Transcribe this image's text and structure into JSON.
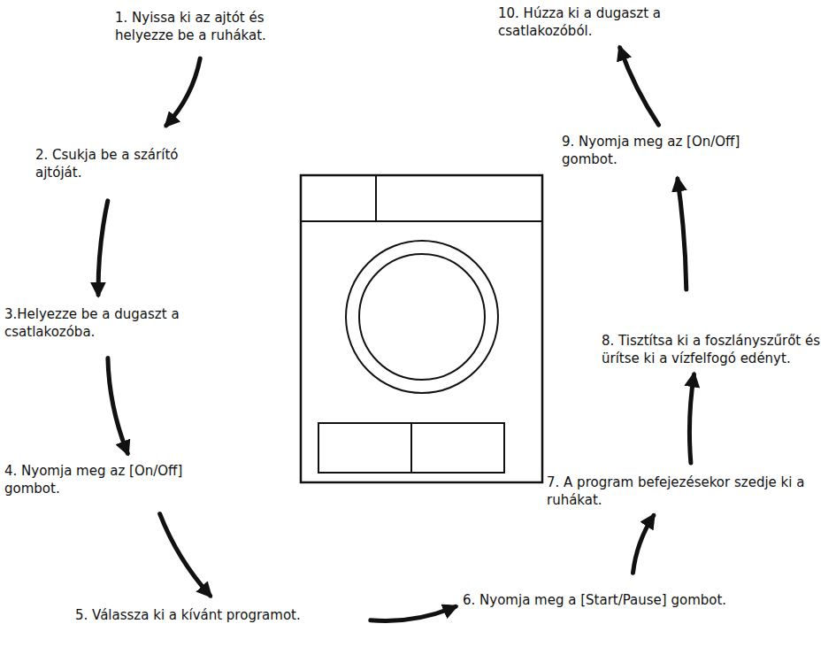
{
  "diagram": {
    "nodes": [
      {
        "text": [
          "1. Nyissa ki az ajtót és helyezze be a ruhákat."
        ]
      },
      {
        "text": [
          "2. Csukja be a szárító ajtóját."
        ]
      },
      {
        "text": [
          "3.Helyezze be a dugaszt a csatlakozóba."
        ]
      },
      {
        "text": [
          "4. Nyomja meg az [On/Off] gombot."
        ]
      },
      {
        "text": [
          "5. Válassza ki a kívánt programot."
        ]
      },
      {
        "text": [
          "6. Nyomja meg a [Start/Pause] gombot."
        ]
      },
      {
        "text": [
          "7. A program befejezésekor szedje ki a ruhákat."
        ]
      },
      {
        "text": [
          "8. Tisztítsa ki a foszlányszűrőt és ürítse ki a vízfelfogó edényt."
        ]
      },
      {
        "text": [
          "9. Nyomja meg az [On/Off] gombot."
        ]
      },
      {
        "text": [
          "10. Húzza ki a dugaszt a csatlakozóból."
        ]
      }
    ],
    "edges": [
      {
        "from": 0,
        "to": 1,
        "arrow": "to"
      },
      {
        "from": 1,
        "to": 2,
        "arrow": "to"
      },
      {
        "from": 2,
        "to": 3,
        "arrow": "to"
      },
      {
        "from": 3,
        "to": 4,
        "arrow": "to"
      },
      {
        "from": 4,
        "to": 5,
        "arrow": "to"
      },
      {
        "from": 5,
        "to": 6,
        "arrow": "to"
      },
      {
        "from": 6,
        "to": 7,
        "arrow": "to"
      },
      {
        "from": 7,
        "to": 8,
        "arrow": "to"
      },
      {
        "from": 8,
        "to": 9,
        "arrow": "to"
      }
    ]
  }
}
